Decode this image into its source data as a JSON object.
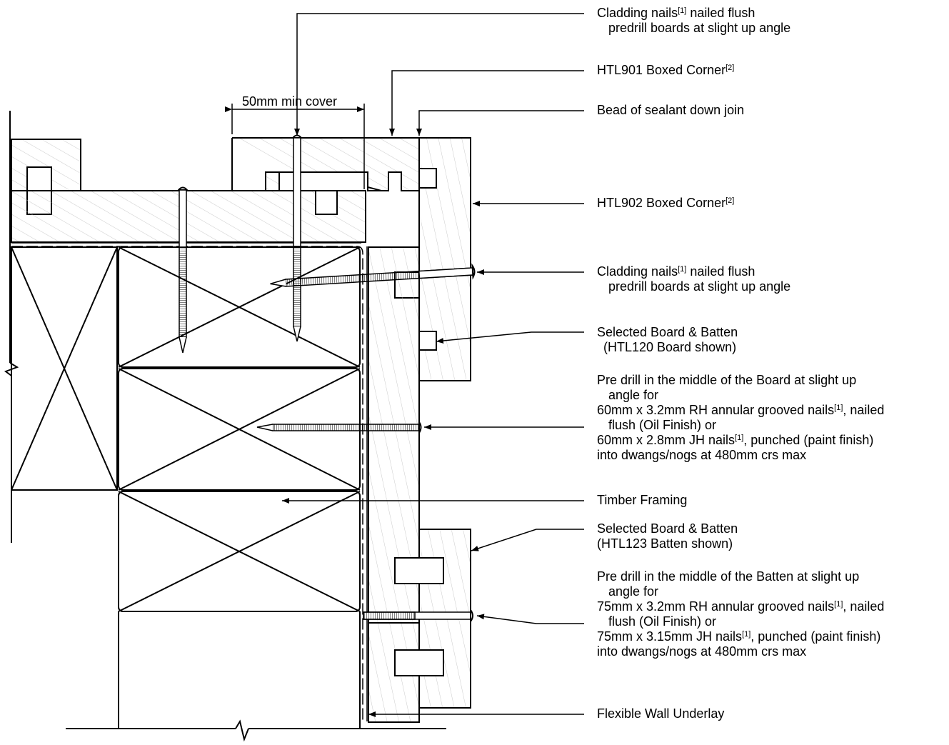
{
  "dimension": {
    "text": "50mm min cover"
  },
  "labels": {
    "l1": {
      "a": "Cladding nails",
      "sup": "[1]",
      "b": " nailed flush",
      "line2": "predrill boards at slight up angle"
    },
    "l2": {
      "a": "HTL901 Boxed Corner",
      "sup": "[2]"
    },
    "l3": {
      "text": "Bead of sealant down join"
    },
    "l4": {
      "a": "HTL902 Boxed Corner",
      "sup": "[2]"
    },
    "l5": {
      "a": "Cladding nails",
      "sup": "[1]",
      "b": " nailed flush",
      "line2": "predrill boards at slight up angle"
    },
    "l6": {
      "line1": "Selected Board & Batten",
      "line2": "(HTL120 Board shown)"
    },
    "l7": {
      "line1": "Pre drill in the middle of the Board at slight up",
      "line2": "angle for",
      "line3a": "60mm x 3.2mm RH annular grooved nails",
      "line3sup": "[1]",
      "line3b": ", nailed",
      "line4": "flush (Oil Finish) or",
      "line5a": "60mm x 2.8mm JH nails",
      "line5sup": "[1]",
      "line5b": ", punched (paint finish)",
      "line6": "into dwangs/nogs at 480mm crs max"
    },
    "l8": {
      "text": "Timber Framing"
    },
    "l9": {
      "line1": "Selected Board & Batten",
      "line2": "(HTL123 Batten shown)"
    },
    "l10": {
      "line1": "Pre drill in the middle of the Batten at slight up",
      "line2": "angle for",
      "line3a": "75mm x 3.2mm RH annular grooved nails",
      "line3sup": "[1]",
      "line3b": ", nailed",
      "line4": "flush (Oil Finish) or",
      "line5a": "75mm x 3.15mm JH nails",
      "line5sup": "[1]",
      "line5b": ", punched (paint finish)",
      "line6": "into dwangs/nogs at 480mm crs max"
    },
    "l11": {
      "text": "Flexible Wall Underlay"
    }
  }
}
